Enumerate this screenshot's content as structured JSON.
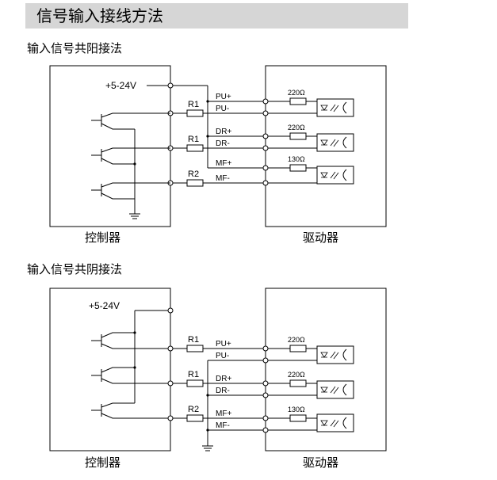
{
  "page": {
    "title": "信号输入接线方法"
  },
  "sections": [
    {
      "heading": "输入信号共阳接法",
      "supply": "+5-24V",
      "resistors": [
        "R1",
        "R1",
        "R2"
      ],
      "signals": [
        "PU+",
        "PU-",
        "DR+",
        "DR-",
        "MF+",
        "MF-"
      ],
      "internal_resistors": [
        "220Ω",
        "220Ω",
        "130Ω"
      ],
      "controller_label": "控制器",
      "driver_label": "驱动器"
    },
    {
      "heading": "输入信号共阴接法",
      "supply": "+5-24V",
      "resistors": [
        "R1",
        "R1",
        "R2"
      ],
      "signals": [
        "PU+",
        "PU-",
        "DR+",
        "DR-",
        "MF+",
        "MF-"
      ],
      "internal_resistors": [
        "220Ω",
        "220Ω",
        "130Ω"
      ],
      "controller_label": "控制器",
      "driver_label": "驱动器"
    }
  ]
}
